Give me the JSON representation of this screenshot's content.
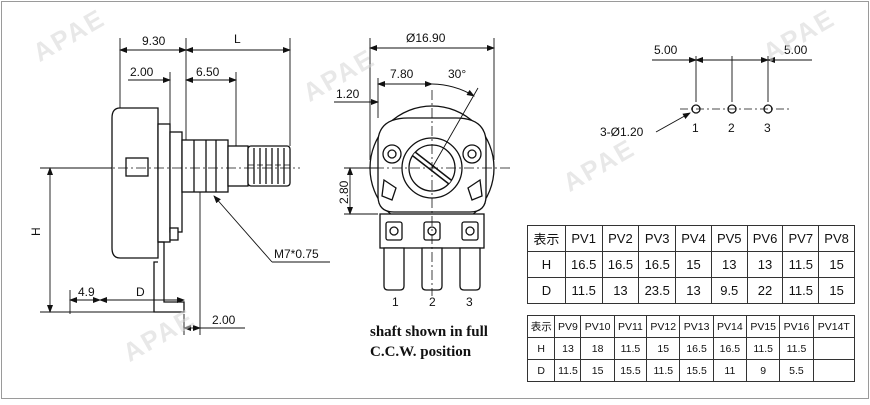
{
  "watermark": "APAE",
  "side_view": {
    "dim_930": "9.30",
    "dim_L": "L",
    "dim_200_top": "2.00",
    "dim_650": "6.50",
    "dim_H": "H",
    "dim_49": "4.9",
    "dim_D": "D",
    "dim_200_bottom": "2.00",
    "thread_label": "M7*0.75"
  },
  "front_view": {
    "dim_diameter": "Ø16.90",
    "dim_780": "7.80",
    "dim_angle": "30°",
    "dim_120": "1.20",
    "dim_280": "2.80",
    "pin_labels": [
      "1",
      "2",
      "3"
    ],
    "caption_line1": "shaft shown in full",
    "caption_line2": "C.C.W. position"
  },
  "pin_layout": {
    "dim_500_left": "5.00",
    "dim_500_right": "5.00",
    "hole_label": "3-Ø1.20",
    "pin_labels": [
      "1",
      "2",
      "3"
    ]
  },
  "table1": {
    "header": [
      "表示",
      "PV1",
      "PV2",
      "PV3",
      "PV4",
      "PV5",
      "PV6",
      "PV7",
      "PV8"
    ],
    "rows": [
      [
        "H",
        "16.5",
        "16.5",
        "16.5",
        "15",
        "13",
        "13",
        "11.5",
        "15"
      ],
      [
        "D",
        "11.5",
        "13",
        "23.5",
        "13",
        "9.5",
        "22",
        "11.5",
        "15"
      ]
    ]
  },
  "table2": {
    "header": [
      "表示",
      "PV9",
      "PV10",
      "PV11",
      "PV12",
      "PV13",
      "PV14",
      "PV15",
      "PV16",
      "PV14T"
    ],
    "rows": [
      [
        "H",
        "13",
        "18",
        "11.5",
        "15",
        "16.5",
        "16.5",
        "11.5",
        "11.5",
        ""
      ],
      [
        "D",
        "11.5",
        "15",
        "15.5",
        "11.5",
        "15.5",
        "11",
        "9",
        "5.5",
        ""
      ]
    ]
  }
}
